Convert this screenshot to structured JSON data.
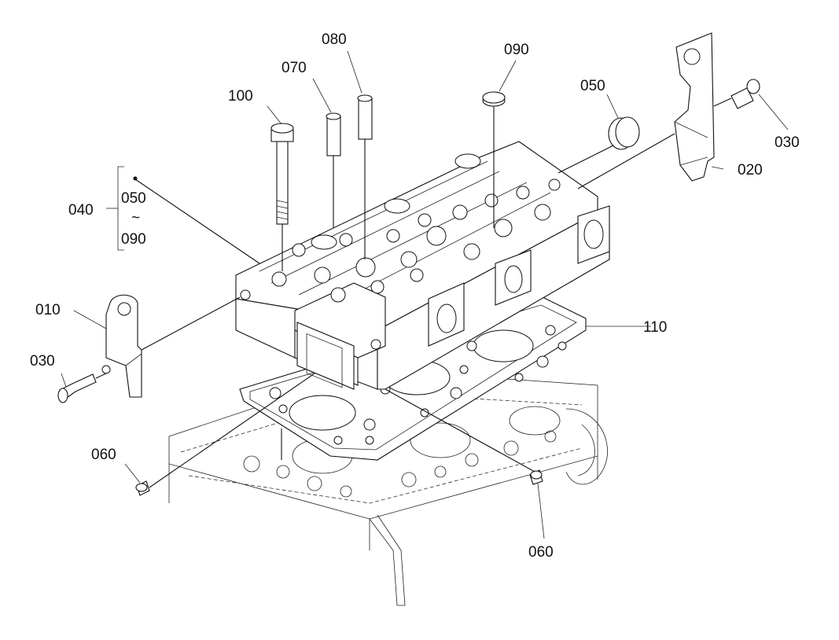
{
  "diagram": {
    "type": "exploded-parts-view",
    "callouts": [
      {
        "id": "c010",
        "label": "010"
      },
      {
        "id": "c020",
        "label": "020"
      },
      {
        "id": "c030a",
        "label": "030"
      },
      {
        "id": "c030b",
        "label": "030"
      },
      {
        "id": "c040",
        "label": "040"
      },
      {
        "id": "c050",
        "label": "050"
      },
      {
        "id": "c060a",
        "label": "060"
      },
      {
        "id": "c060b",
        "label": "060"
      },
      {
        "id": "c070",
        "label": "070"
      },
      {
        "id": "c080",
        "label": "080"
      },
      {
        "id": "c090",
        "label": "090"
      },
      {
        "id": "c100",
        "label": "100"
      },
      {
        "id": "c110",
        "label": "110"
      }
    ],
    "group": {
      "label": "040",
      "range_start": "050",
      "range_symbol": "~",
      "range_end": "090"
    }
  }
}
